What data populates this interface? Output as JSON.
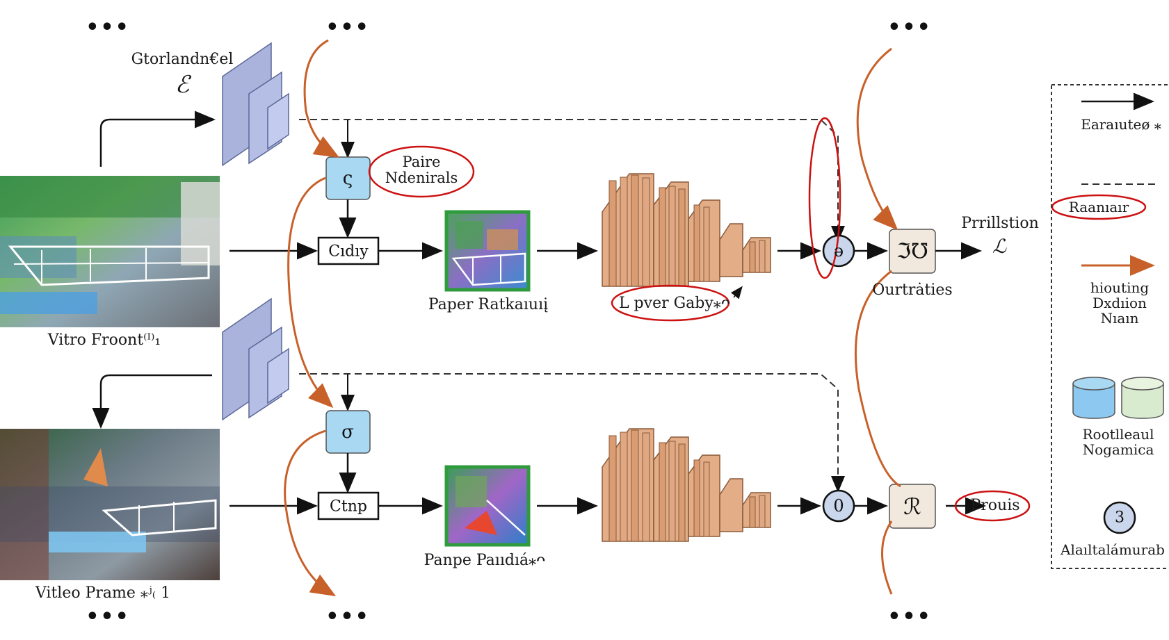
{
  "top_left_label": {
    "line1": "Gtorlandn€el",
    "symbol": "ℰ"
  },
  "frame_top_caption": "Vitro Froont⁽ᴵ⁾₁",
  "frame_bottom_caption": "Vitleo Prame ⁎ʲ₍ 1",
  "sigma_top": "ς",
  "sigma_bottom": "σ",
  "top_annotation": "Paire\nNdenirals",
  "crop_top": "Cıdıy",
  "crop_bottom": "Ctnp",
  "patch_top_caption": "Paper Ratkaıuıį",
  "patch_bottom_caption": "Panpe Paııdıá⁎ᴖ",
  "encoder_caption": "L pver Gaby⁎ᴖ",
  "fuse_top": "ə",
  "fuse_bottom": "0",
  "head_top": "ℑ℧",
  "head_bottom": "ℛ",
  "head_top_caption": "Ourtrȧties",
  "prediction_top": "Prrillstion",
  "prediction_top_symbol": "ℒ",
  "prediction_bottom": "Prouis",
  "dots": "•••",
  "legend": {
    "items": [
      {
        "kind": "solid-arrow",
        "label": "Earaıuteø ⁎"
      },
      {
        "kind": "dashed-arrow",
        "label": "Raanıaır"
      },
      {
        "kind": "orange-arrow",
        "label": "hiouting Dxdıion Nıaın"
      },
      {
        "kind": "cylinders",
        "label": "Rootlleaul Nogamica"
      },
      {
        "kind": "circle",
        "symbol": "3",
        "label": "Alaıltalámurab"
      }
    ]
  },
  "colors": {
    "arrow": "#111111",
    "orange": "#c8602a",
    "annotation_red": "#cc1111",
    "sigma_box": "#a9d8f2",
    "head_box": "#f1e9dd",
    "encoder_block": "#d9a27a",
    "frame_blue": "#9ea9d6",
    "patch_border": "#2f9b3c",
    "circle_fill": "#c9d6ec"
  }
}
